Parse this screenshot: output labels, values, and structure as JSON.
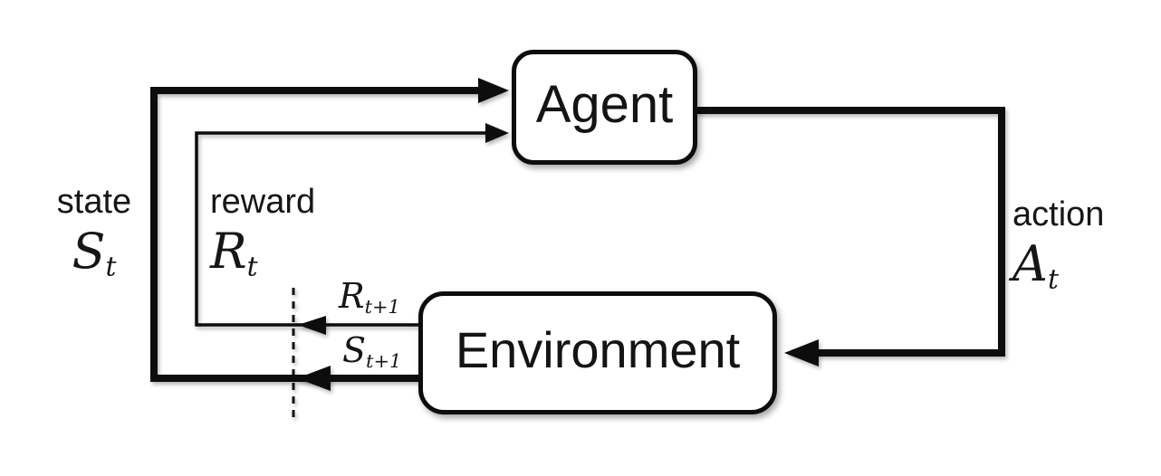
{
  "boxes": {
    "agent": {
      "label": "Agent"
    },
    "environment": {
      "label": "Environment"
    }
  },
  "signals": {
    "state": {
      "word": "state",
      "symbol": "S",
      "subscript": "t"
    },
    "reward": {
      "word": "reward",
      "symbol": "R",
      "subscript": "t"
    },
    "action": {
      "word": "action",
      "symbol": "A",
      "subscript": "t"
    },
    "next_reward": {
      "symbol": "R",
      "subscript": "t+1"
    },
    "next_state": {
      "symbol": "S",
      "subscript": "t+1"
    }
  },
  "colors": {
    "ink": "#0d0d0d",
    "background": "#ffffff"
  }
}
